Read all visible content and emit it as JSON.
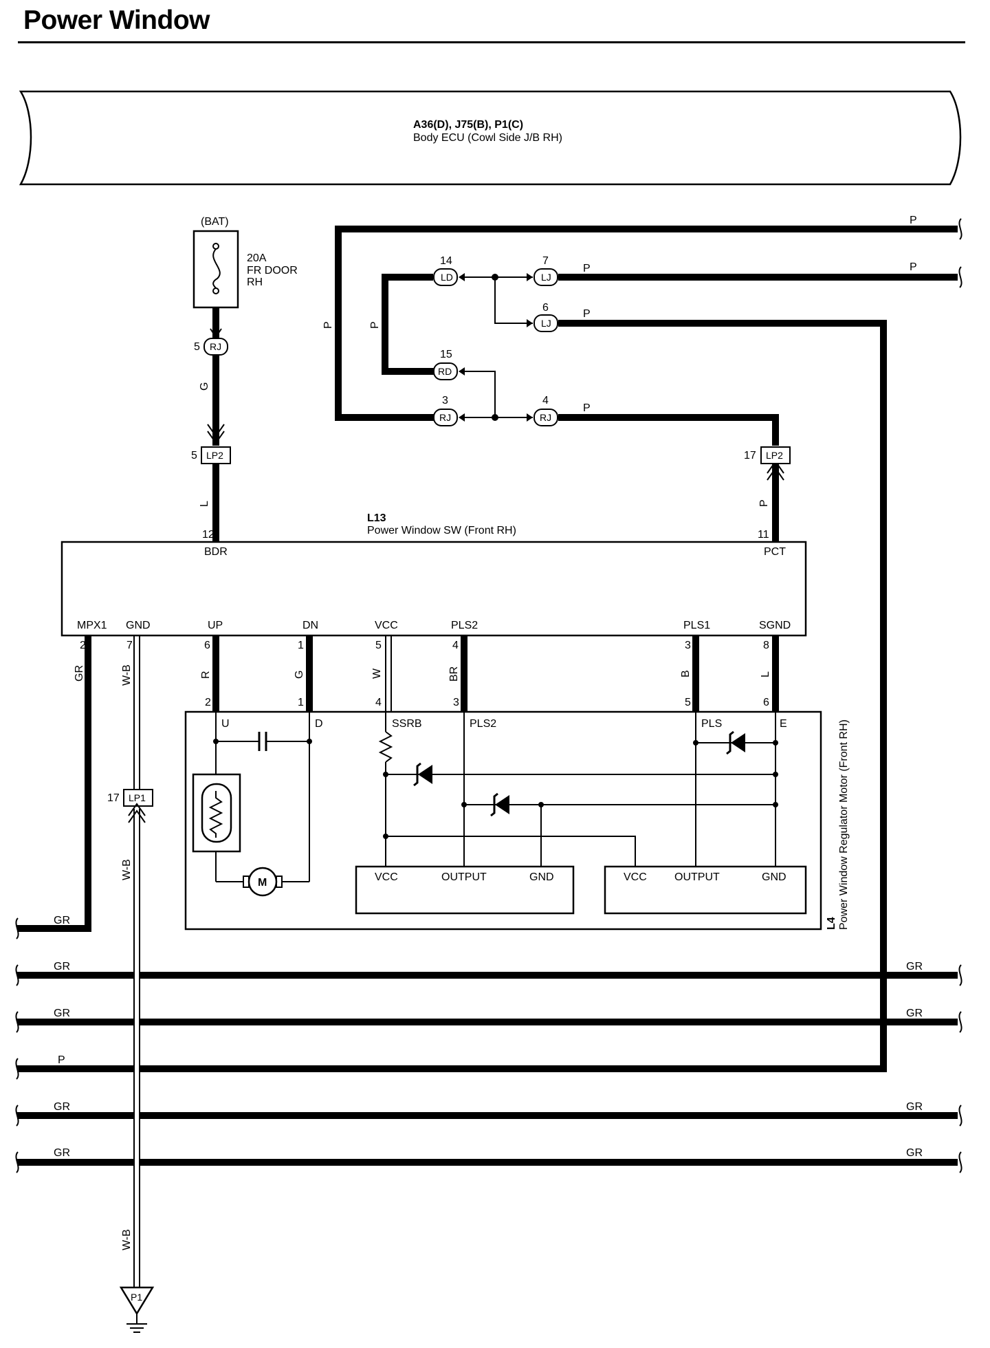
{
  "title": "Power Window",
  "ecu": {
    "code": "A36(D), J75(B), P1(C)",
    "name": "Body ECU (Cowl Side J/B RH)"
  },
  "fuse": {
    "source": "(BAT)",
    "rating": "20A",
    "name_line1": "FR DOOR",
    "name_line2": "RH"
  },
  "switch": {
    "code": "L13",
    "name": "Power Window SW (Front RH)",
    "pins_top": {
      "bdr_num": "12",
      "bdr": "BDR",
      "pct_num": "11",
      "pct": "PCT"
    },
    "pins_bottom": [
      {
        "label": "MPX1",
        "num": "2"
      },
      {
        "label": "GND",
        "num": "7"
      },
      {
        "label": "UP",
        "num": "6"
      },
      {
        "label": "DN",
        "num": "1"
      },
      {
        "label": "VCC",
        "num": "5"
      },
      {
        "label": "PLS2",
        "num": "4"
      },
      {
        "label": "PLS1",
        "num": "3"
      },
      {
        "label": "SGND",
        "num": "8"
      }
    ]
  },
  "motor": {
    "code": "L4",
    "name": "Power Window Regulator Motor (Front RH)",
    "pins": [
      {
        "label": "U",
        "num": "2"
      },
      {
        "label": "D",
        "num": "1"
      },
      {
        "label": "SSRB",
        "num": "4"
      },
      {
        "label": "PLS2",
        "num": "3"
      },
      {
        "label": "PLS",
        "num": "5"
      },
      {
        "label": "E",
        "num": "6"
      }
    ],
    "motor_symbol": "M",
    "ic1": {
      "vcc": "VCC",
      "output": "OUTPUT",
      "gnd": "GND"
    },
    "ic2": {
      "vcc": "VCC",
      "output": "OUTPUT",
      "gnd": "GND"
    }
  },
  "connectors": {
    "ld14": {
      "num": "14",
      "name": "LD"
    },
    "lj7": {
      "num": "7",
      "name": "LJ"
    },
    "lj6": {
      "num": "6",
      "name": "LJ"
    },
    "rd15": {
      "num": "15",
      "name": "RD"
    },
    "rj3": {
      "num": "3",
      "name": "RJ"
    },
    "rj4": {
      "num": "4",
      "name": "RJ"
    },
    "rj5": {
      "num": "5",
      "name": "RJ"
    },
    "lp2_5": {
      "num": "5",
      "name": "LP2"
    },
    "lp2_17": {
      "num": "17",
      "name": "LP2"
    },
    "lp1_17": {
      "num": "17",
      "name": "LP1"
    },
    "ground": {
      "name": "P1"
    }
  },
  "wire_colors": {
    "p": "P",
    "g": "G",
    "l": "L",
    "gr": "GR",
    "wb": "W-B",
    "r": "R",
    "w": "W",
    "br": "BR",
    "b": "B"
  }
}
